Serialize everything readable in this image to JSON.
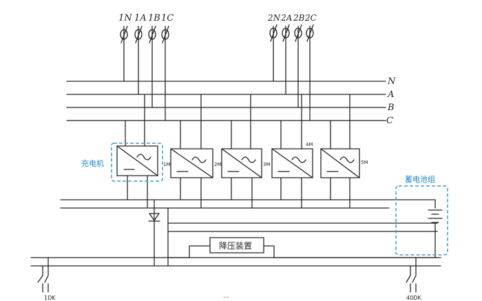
{
  "inputs_group1": [
    "1N",
    "1A",
    "1B",
    "1C"
  ],
  "inputs_group2": [
    "2N",
    "2A",
    "2B",
    "2C"
  ],
  "busbars": [
    "N",
    "A",
    "B",
    "C"
  ],
  "charger_label": "充电机",
  "module_labels": [
    "1M",
    "2M",
    "3M",
    "4M",
    "5M"
  ],
  "battery_label": "蓄电池组",
  "step_down_label": "降压装置",
  "switch_left_label": "1DK",
  "switch_right_label": "40DK",
  "ellipsis": "..."
}
